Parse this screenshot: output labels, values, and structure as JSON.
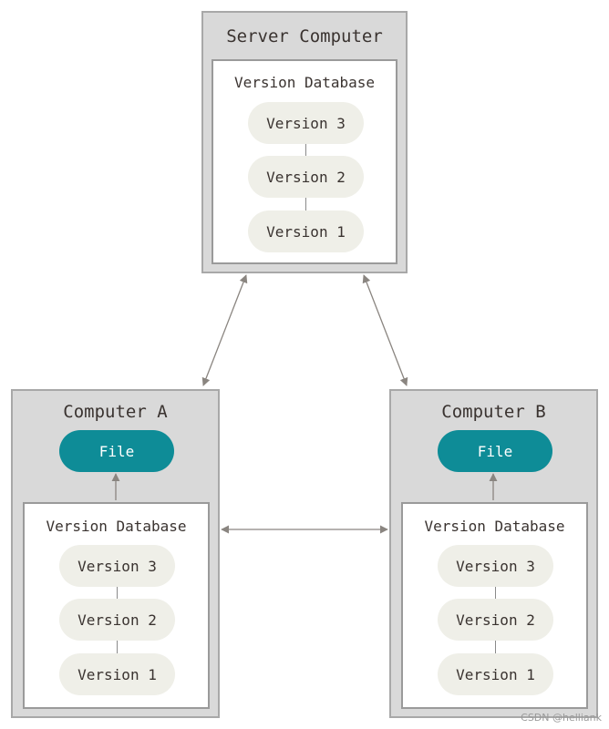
{
  "server": {
    "title": "Server Computer",
    "database": {
      "title": "Version Database",
      "versions": [
        "Version 3",
        "Version 2",
        "Version 1"
      ]
    }
  },
  "computer_a": {
    "title": "Computer A",
    "file_label": "File",
    "database": {
      "title": "Version Database",
      "versions": [
        "Version 3",
        "Version 2",
        "Version 1"
      ]
    }
  },
  "computer_b": {
    "title": "Computer B",
    "file_label": "File",
    "database": {
      "title": "Version Database",
      "versions": [
        "Version 3",
        "Version 2",
        "Version 1"
      ]
    }
  },
  "colors": {
    "computer_bg": "#d9d9d9",
    "pill_bg": "#efefe8",
    "file_bg": "#0e8c97",
    "arrow": "#8a8580"
  },
  "watermark": "CSDN @helliank"
}
